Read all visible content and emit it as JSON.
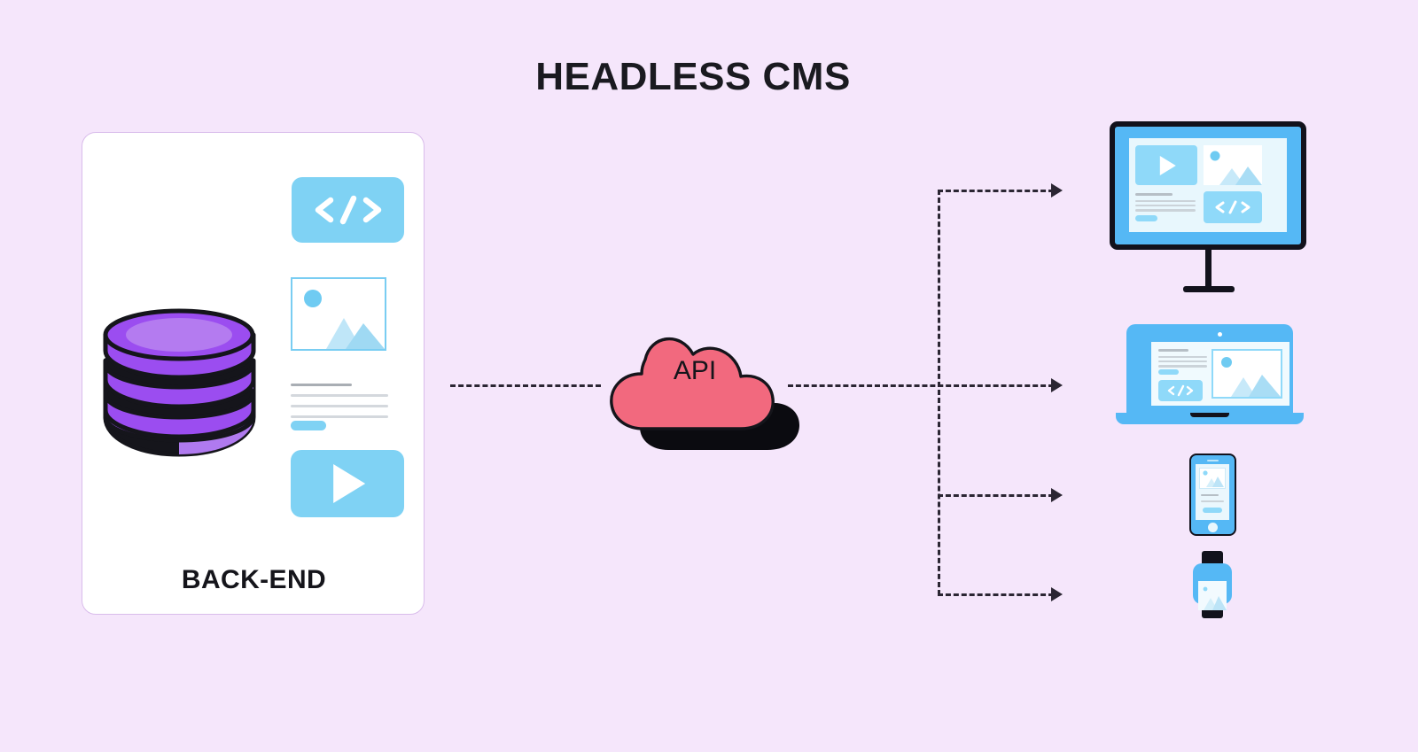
{
  "page": {
    "title": "HEADLESS CMS",
    "background_color": "#F5E6FB"
  },
  "colors": {
    "background": "#F5E6FB",
    "card_background": "#FFFFFF",
    "card_border": "#D9BCEB",
    "accent_blue": "#7FD2F4",
    "device_blue": "#55B8F5",
    "screen_light": "#E8F7FD",
    "database_purple": "#9B4DF0",
    "database_purple_light": "#B47BF0",
    "database_dark": "#15151B",
    "api_pink": "#F2697E",
    "ink": "#15151B",
    "connector": "#2B2633"
  },
  "backend": {
    "label": "BACK-END",
    "icons": [
      {
        "name": "code-icon",
        "glyph": "< />"
      },
      {
        "name": "image-placeholder-icon",
        "glyph": "image"
      },
      {
        "name": "text-lines",
        "glyph": "lines"
      },
      {
        "name": "pill-button",
        "glyph": "pill"
      },
      {
        "name": "video-play-icon",
        "glyph": "play"
      }
    ],
    "database": {
      "name": "database-cylinder",
      "layers": 3
    }
  },
  "api": {
    "label": "API",
    "shape": "cloud"
  },
  "connectors": {
    "backend_to_api": {
      "name": "arrow-backend-to-api",
      "style": "dashed"
    },
    "api_to_trunk": {
      "name": "arrow-api-to-devices",
      "style": "dashed"
    },
    "branches": [
      {
        "name": "arrow-to-desktop",
        "target": "desktop-monitor"
      },
      {
        "name": "arrow-to-laptop",
        "target": "laptop"
      },
      {
        "name": "arrow-to-phone",
        "target": "smartphone"
      },
      {
        "name": "arrow-to-watch",
        "target": "smartwatch"
      }
    ]
  },
  "devices": [
    {
      "name": "desktop-monitor",
      "type": "monitor",
      "content": [
        "video-play-icon",
        "image-placeholder-icon",
        "text-lines",
        "pill-button",
        "code-icon"
      ]
    },
    {
      "name": "laptop",
      "type": "laptop",
      "content": [
        "text-lines",
        "pill-button",
        "code-icon",
        "image-placeholder-icon"
      ]
    },
    {
      "name": "smartphone",
      "type": "phone",
      "content": [
        "image-placeholder-icon",
        "text-lines",
        "pill-button"
      ]
    },
    {
      "name": "smartwatch",
      "type": "watch",
      "content": [
        "image-placeholder-icon"
      ]
    }
  ]
}
